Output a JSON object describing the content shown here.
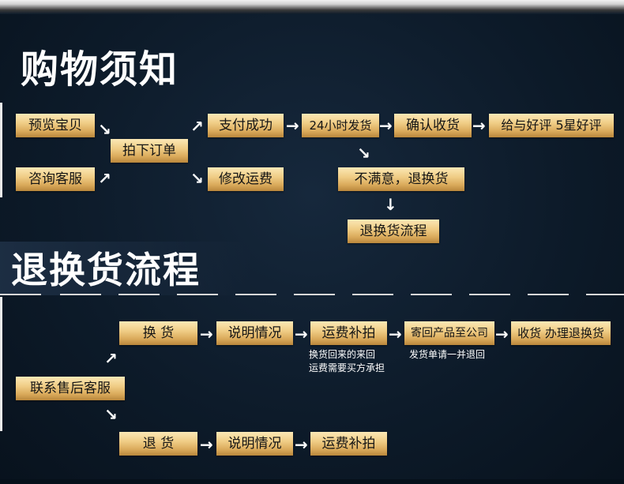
{
  "section1": {
    "title": "购物须知",
    "boxes": {
      "preview": "预览宝贝",
      "consult": "咨询客服",
      "order": "拍下订单",
      "pay": "支付成功",
      "modify": "修改运费",
      "ship": "24小时发货",
      "confirm": "确认收货",
      "review": "给与好评 5星好评",
      "unsatisfied": "不满意，退换货",
      "return_flow": "退换货流程"
    }
  },
  "section2": {
    "title": "退换货流程",
    "boxes": {
      "contact": "联系售后客服",
      "exchange": "换  货",
      "explain1": "说明情况",
      "shipping_pay1": "运费补拍",
      "mail_back": "寄回产品至公司",
      "receive": "收货 办理退换货",
      "refund": "退  货",
      "explain2": "说明情况",
      "shipping_pay2": "运费补拍"
    },
    "notes": {
      "note1_line1": "换货回来的来回",
      "note1_line2": "运费需要买方承担",
      "note2": "发货单请一并退回"
    }
  },
  "icons": {
    "arrow_right": "→",
    "arrow_down_right": "↘",
    "arrow_up_right": "↗",
    "arrow_down": "↓"
  }
}
